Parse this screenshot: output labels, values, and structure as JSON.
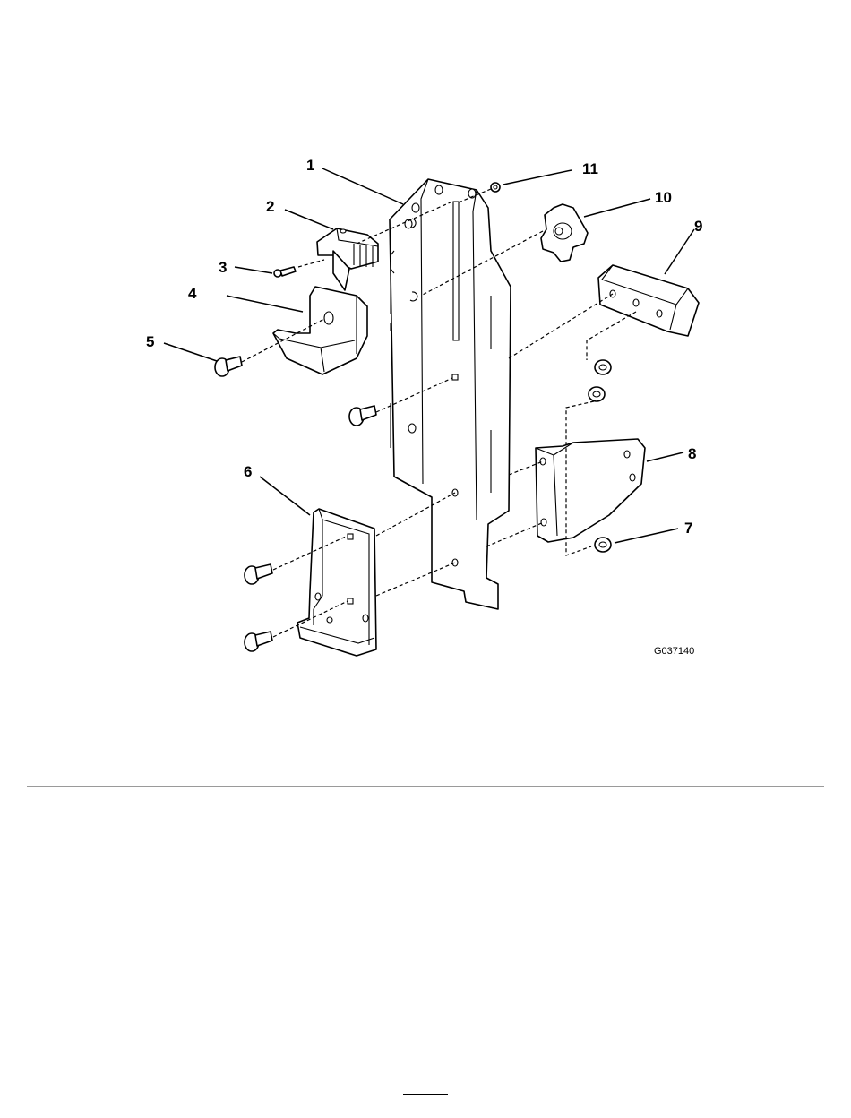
{
  "figure": {
    "drawing_id": "G037140",
    "callouts": [
      "1",
      "2",
      "3",
      "4",
      "5",
      "6",
      "7",
      "8",
      "9",
      "10",
      "11"
    ]
  }
}
